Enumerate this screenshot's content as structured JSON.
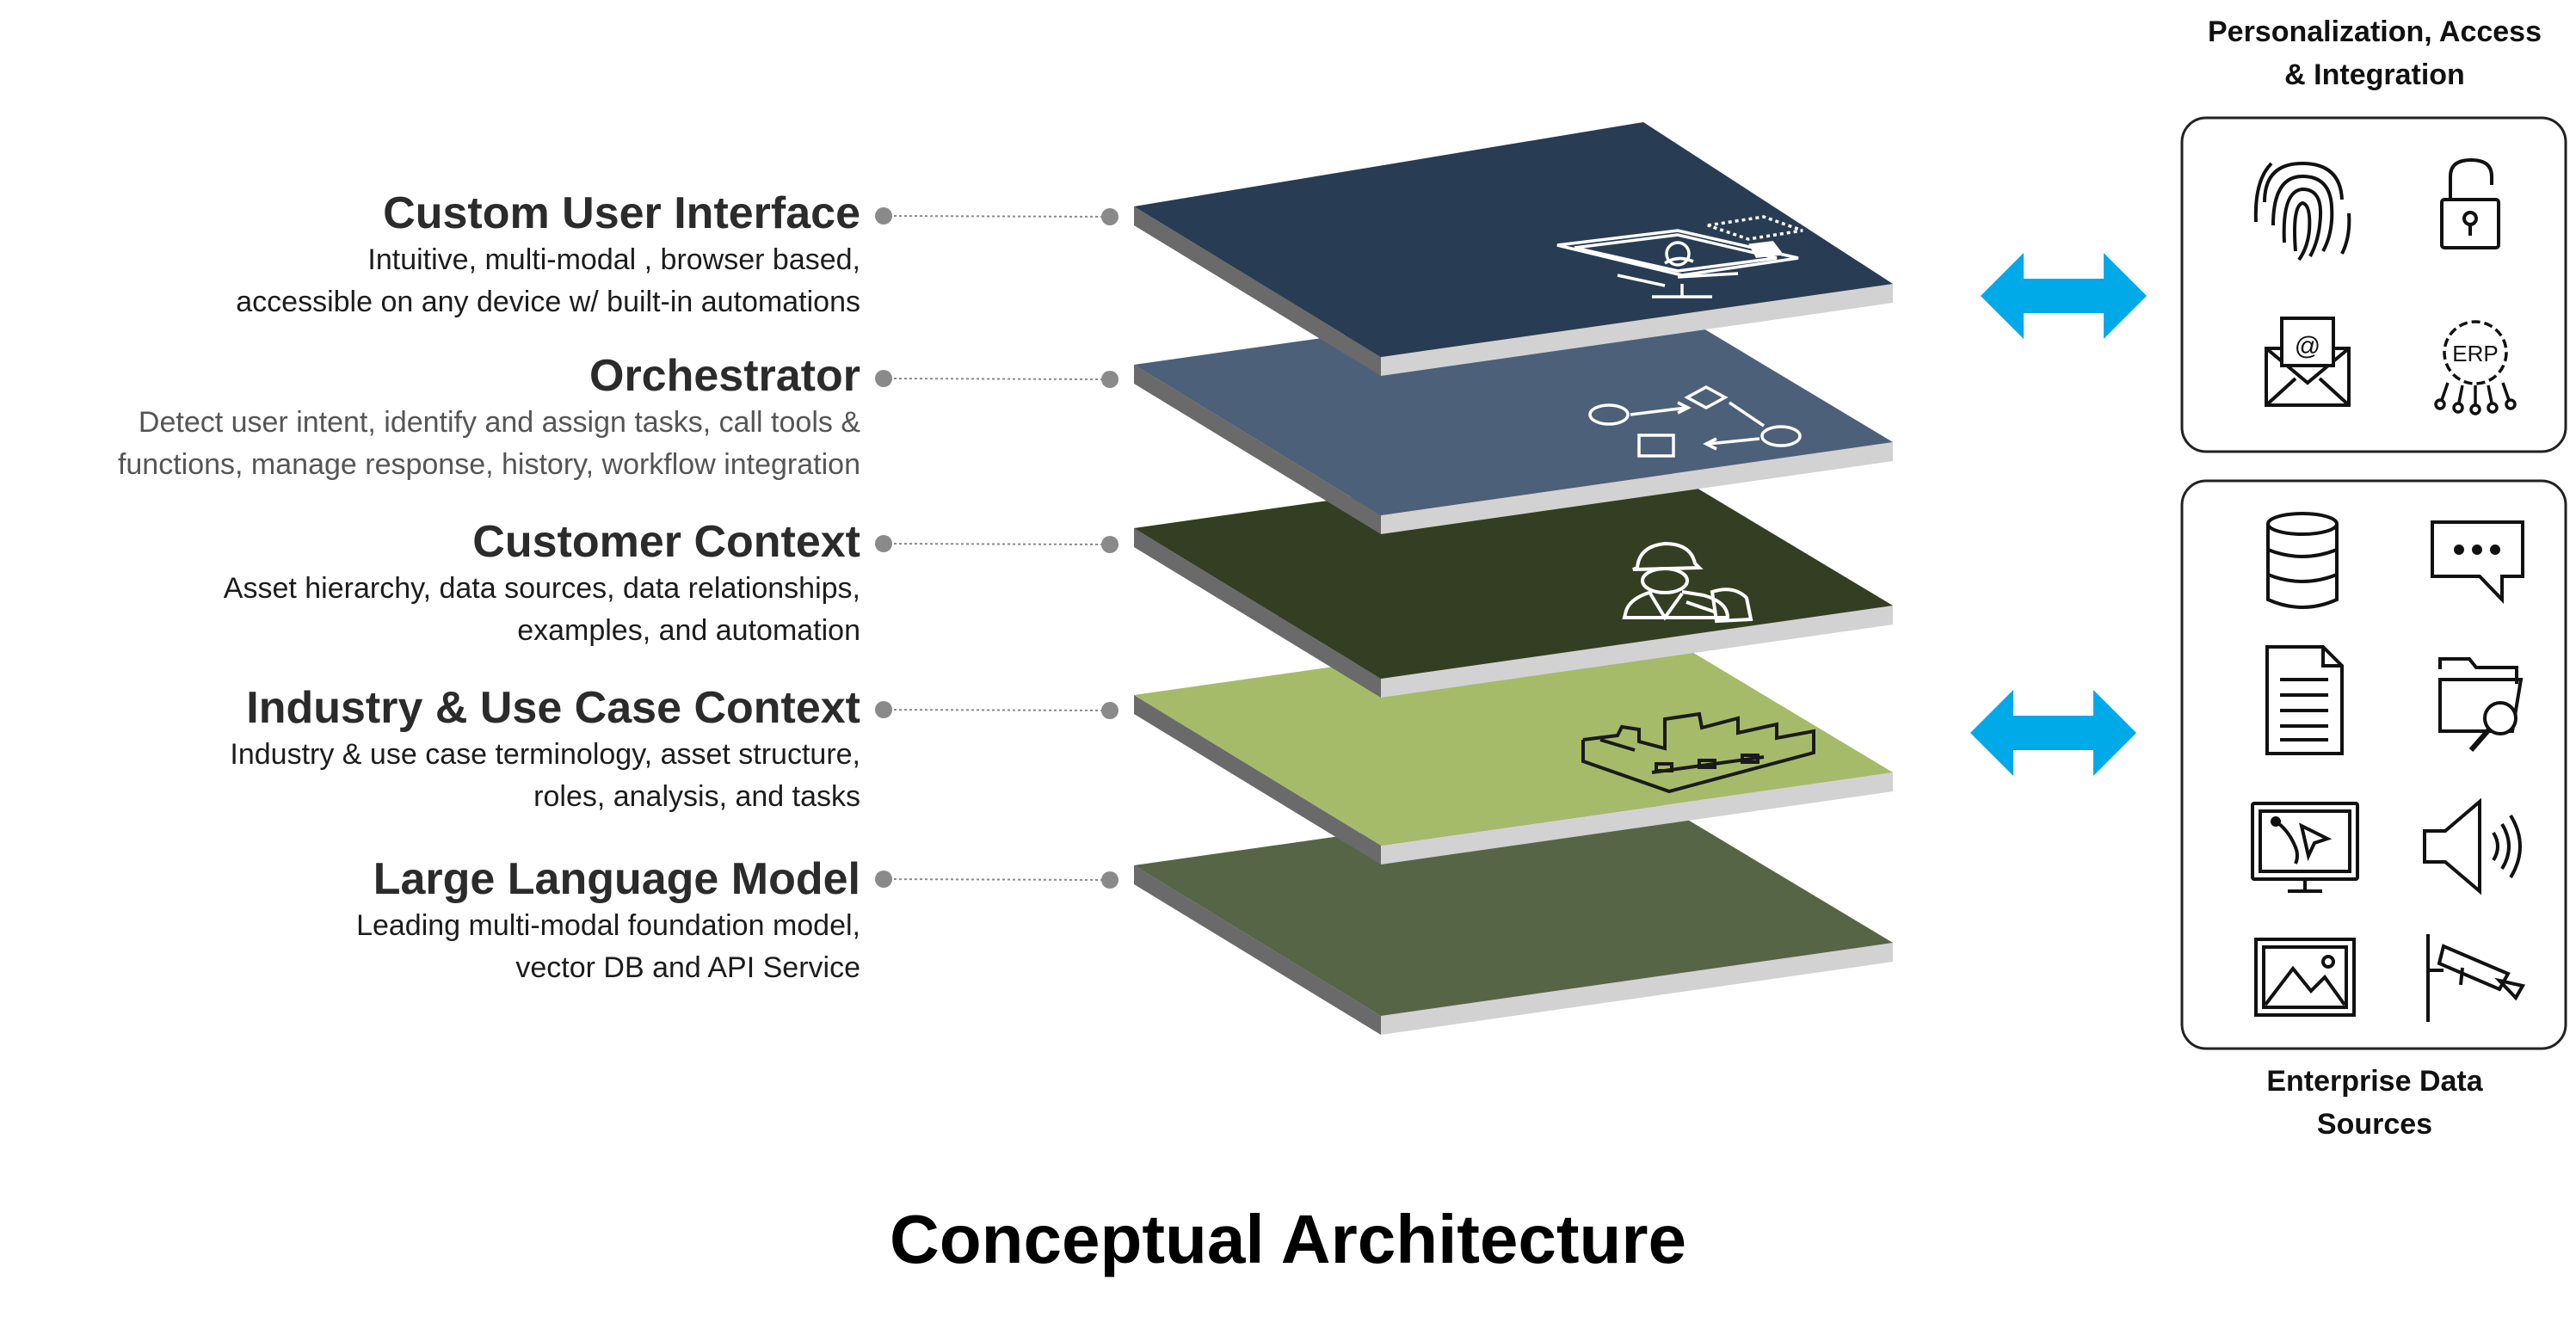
{
  "layers": [
    {
      "title": "Custom User Interface",
      "desc1": "Intuitive, multi-modal , browser based,",
      "desc2": "accessible on any device w/ built-in automations",
      "color": "#283c54",
      "icon": "ui-screen-icon"
    },
    {
      "title": "Orchestrator",
      "desc1": "Detect user intent, identify and assign tasks, call tools &",
      "desc2": "functions, manage response, history, workflow integration",
      "color": "#4d6079",
      "icon": "workflow-icon"
    },
    {
      "title": "Customer Context",
      "desc1": "Asset hierarchy, data sources, data relationships,",
      "desc2": "examples, and automation",
      "color": "#343e23",
      "icon": "worker-icon"
    },
    {
      "title": "Industry & Use Case Context",
      "desc1": "Industry & use case terminology, asset structure,",
      "desc2": "roles, analysis, and tasks",
      "color": "#a6bb69",
      "icon": "factory-icon"
    },
    {
      "title": "Large Language Model",
      "desc1": "Leading multi-modal foundation model,",
      "desc2": "vector DB and API Service",
      "color": "#566546",
      "icon": "openai-knot-icon"
    }
  ],
  "personalization": {
    "title_line1": "Personalization, Access",
    "title_line2": "& Integration",
    "icons": [
      "fingerprint-icon",
      "unlock-icon",
      "email-icon",
      "erp-icon"
    ],
    "erp_label": "ERP"
  },
  "enterprise": {
    "title_line1": "Enterprise Data",
    "title_line2": "Sources",
    "icons": [
      "database-icon",
      "chat-bubble-icon",
      "document-icon",
      "folder-search-icon",
      "monitor-icon",
      "speaker-icon",
      "image-icon",
      "camera-icon"
    ]
  },
  "arrow_color": "#00a9e8",
  "main_title": "Conceptual Architecture"
}
